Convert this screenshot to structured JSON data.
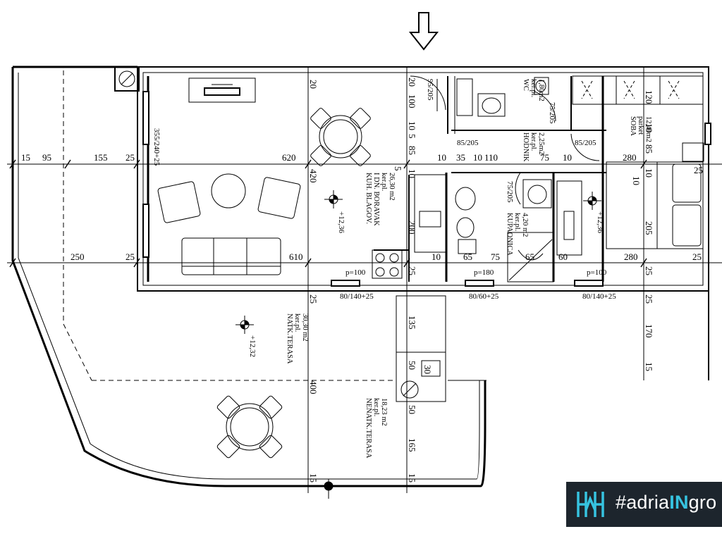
{
  "rooms": {
    "living": {
      "l1": "KUH. BLAGOV.",
      "l2": "I DN. BORAVAK",
      "l3": "ker.pl.",
      "l4": "26,30 m2"
    },
    "wc": {
      "l1": "WC",
      "l2": "ker.pl.",
      "l3": "1,80m2"
    },
    "hall": {
      "l1": "HODNIK",
      "l2": "ker.pl.",
      "l3": "2,25m2"
    },
    "bedroom": {
      "l1": "SOBA",
      "l2": "parket",
      "l3": "12,40m2"
    },
    "bathroom": {
      "l1": "KUPAONICA",
      "l2": "ker.pl.",
      "l3": "4,20 m2"
    },
    "covered_terrace": {
      "l1": "NATK.TERASA",
      "l2": "ker.pl.",
      "l3": "30,30 m2"
    },
    "open_terrace": {
      "l1": "NENATK.TERASA",
      "l2": "ker.pl.",
      "l3": "18,23 m2"
    }
  },
  "levels": {
    "living": "+12,36",
    "bedroom": "+12,36",
    "terrace": "+12,32"
  },
  "windows": {
    "w1": "355/240+25",
    "w2": "80/140+25",
    "w3": "80/60+25",
    "w4": "80/140+25",
    "parapet1": "p=100",
    "parapet2": "p=180",
    "parapet3": "p=100"
  },
  "doors": {
    "d1": "95/205",
    "d2": "75/205",
    "d3": "85/205",
    "d4": "85/205",
    "d5": "75/205"
  },
  "dims": {
    "top_row": [
      "15",
      "95",
      "155",
      "25",
      "620",
      "10",
      "35",
      "10",
      "110",
      "75",
      "10",
      "280",
      "25"
    ],
    "mid_row": [
      "250",
      "25",
      "610",
      "10",
      "65",
      "75",
      "65",
      "60",
      "280",
      "25"
    ],
    "v_left": [
      "20",
      "420"
    ],
    "v_center": [
      "20",
      "100",
      "10",
      "5",
      "85",
      "5",
      "10",
      "200",
      "25"
    ],
    "v_right": [
      "120",
      "10",
      "85",
      "10",
      "10",
      "205",
      "25"
    ],
    "v_terrace": [
      "25",
      "400",
      "15"
    ],
    "v_center_low": [
      "135",
      "50",
      "30",
      "50",
      "165",
      "15"
    ],
    "v_far_right": [
      "25",
      "170",
      "15"
    ]
  },
  "logo": {
    "pre": "#adria",
    "hl": "IN",
    "post": "gro"
  },
  "colors": {
    "ink": "#000000",
    "logo_bg": "#1d252d",
    "logo_accent": "#36c3e0"
  }
}
